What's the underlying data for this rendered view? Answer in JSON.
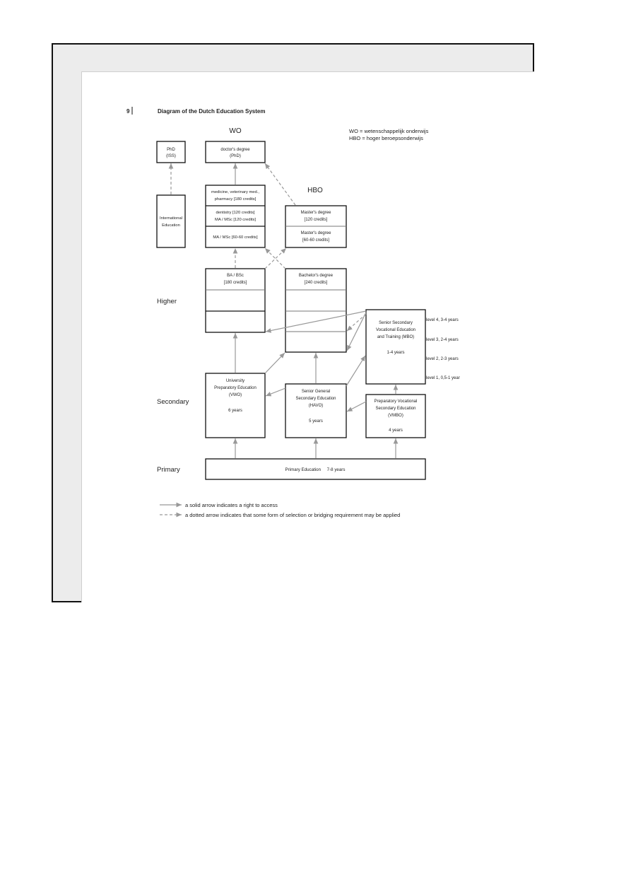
{
  "section_number": "9",
  "title": "Diagram of the Dutch Education System",
  "columns": {
    "wo": "WO",
    "hbo": "HBO"
  },
  "legend_abbrev": {
    "wo": "WO = wetenschappelijk onderwijs",
    "hbo": "HBO = hoger beroepsonderwijs"
  },
  "levels": {
    "higher": "Higher",
    "secondary": "Secondary",
    "primary": "Primary"
  },
  "boxes": {
    "phd_iss": [
      "PhD",
      "(ISS)"
    ],
    "international": [
      "International",
      "Education"
    ],
    "doctor": [
      "doctor's degree",
      "(PhD)"
    ],
    "medicine": [
      "medicine, veterinary med.,",
      "pharmacy  [180 credits]"
    ],
    "dentistry": [
      "dentistry  [120 credits]",
      "MA / MSc  [120 credits]"
    ],
    "ma_msc": [
      "MA / MSc  [60-60 credits]"
    ],
    "hbo_master_1": [
      "Master's degree",
      "[120 credits]"
    ],
    "hbo_master_2": [
      "Master's degree",
      "[60-60 credits]"
    ],
    "ba_bsc": [
      "BA / BSc",
      "[180 credits]"
    ],
    "bachelor": [
      "Bachelor's degree",
      "[240 credits]"
    ],
    "mbo": [
      "Senior Secondary",
      "Vocational Education",
      "and Training (MBO)",
      "",
      "1-4 years"
    ],
    "vwo": [
      "University",
      "Preparatory Education",
      "(VWO)",
      "",
      "6 years"
    ],
    "havo": [
      "Senior General",
      "Secondary Education",
      "(HAVO)",
      "",
      "5 years"
    ],
    "vmbo": [
      "Preparatory Vocational",
      "Secondary Education",
      "(VMBO)",
      "",
      "4 years"
    ],
    "primary": "Primary Education     7-8 years"
  },
  "mbo_levels": [
    "level 4, 3-4 years",
    "level 3, 2-4 years",
    "level 2, 2-3 years",
    "level 1, 0,5-1 year"
  ],
  "legend": {
    "solid": "a solid arrow indicates a right to access",
    "dotted": "a dotted arrow indicates that some form of selection or bridging requirement may be applied"
  }
}
